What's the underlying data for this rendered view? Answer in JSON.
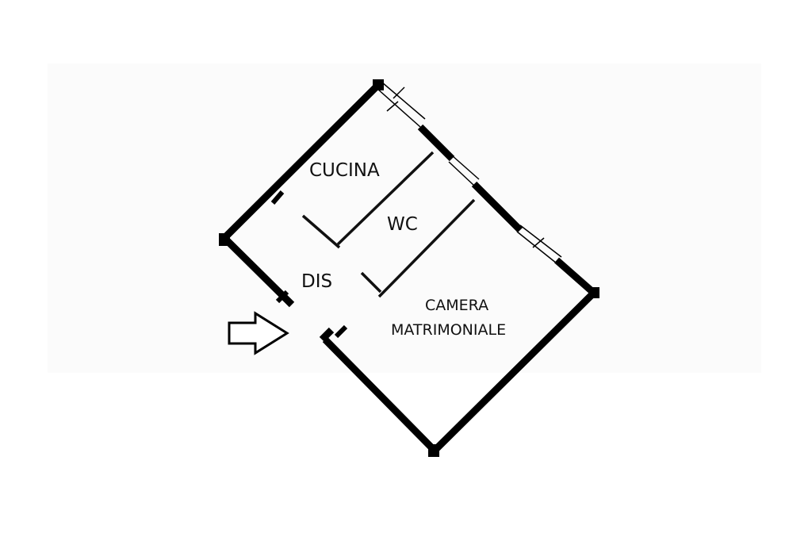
{
  "rooms": {
    "kitchen": "CUCINA",
    "bathroom": "WC",
    "hallway": "DIS",
    "bedroom_line1": "CAMERA",
    "bedroom_line2": "MATRIMONIALE"
  },
  "icons": {
    "entrance": "arrow-right-outline-icon"
  },
  "colors": {
    "walls": "#000000",
    "background": "#ffffff"
  }
}
